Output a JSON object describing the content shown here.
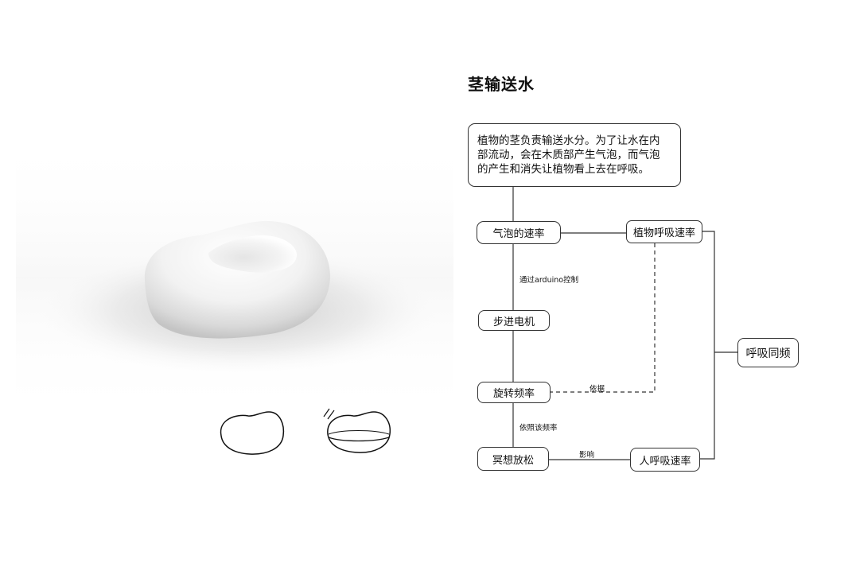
{
  "title": "茎输送水",
  "description": {
    "lines": [
      "植物的茎负责输送水分。为了让水在内",
      "部流动，会在木质部产生气泡，而气泡",
      "的产生和消失让植物看上去在呼吸。"
    ]
  },
  "nodes": {
    "bubble_rate": "气泡的速率",
    "plant_breath_rate": "植物呼吸速率",
    "stepper_motor": "步进电机",
    "rotation_freq": "旋转频率",
    "meditation": "冥想放松",
    "human_breath_rate": "人呼吸速率",
    "breath_sync": "呼吸同频"
  },
  "edge_labels": {
    "arduino": "通过arduino控制",
    "basis": "依据",
    "by_freq": "依照该频率",
    "influence": "影响"
  }
}
